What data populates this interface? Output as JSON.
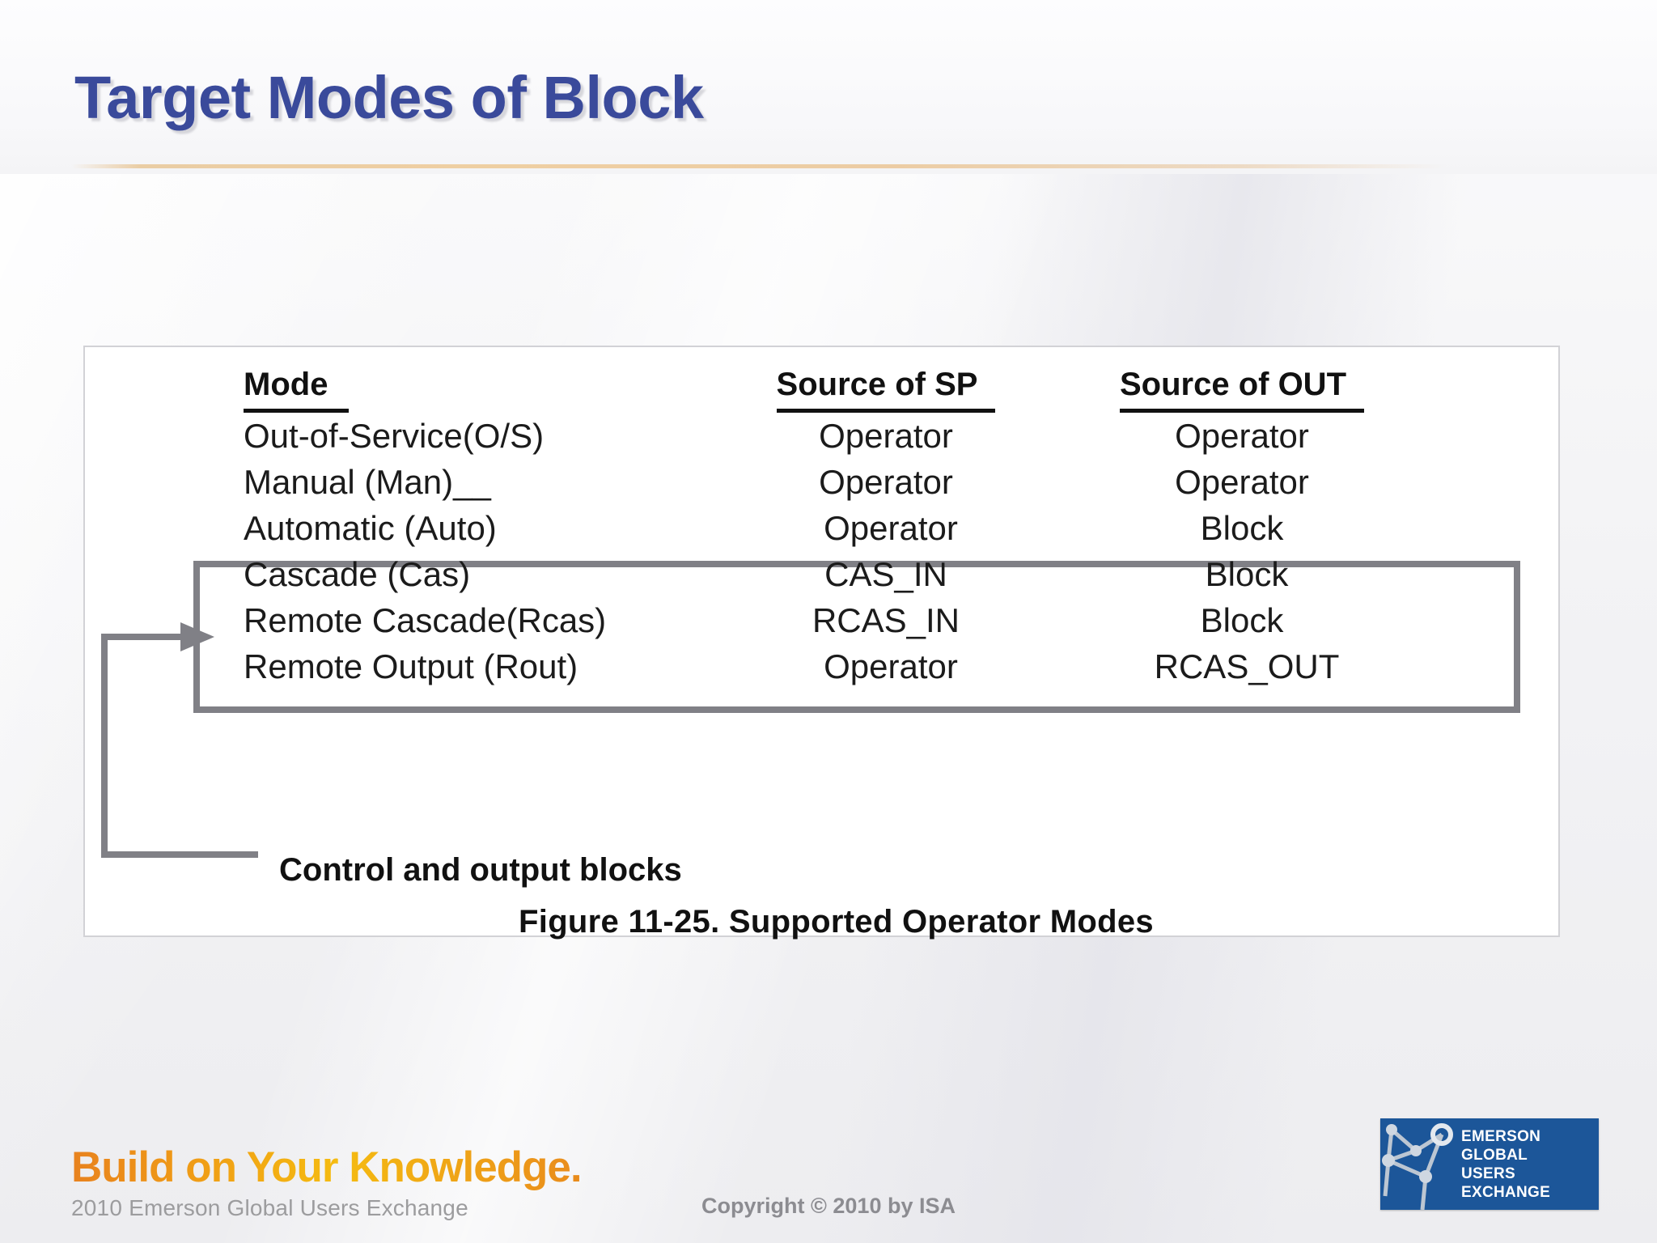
{
  "slide": {
    "title": "Target Modes of Block",
    "title_color": "#3a4a9b",
    "background_color": "#f2f2f4"
  },
  "figure": {
    "caption": "Figure 11-25. Supported Operator Modes",
    "callout_label": "Control and output blocks",
    "highlight_color": "#808086",
    "table": {
      "headers": [
        "Mode",
        "Source of SP",
        "Source of OUT"
      ],
      "rows": [
        {
          "mode": "Out-of-Service(O/S)",
          "source_of_sp": "Operator",
          "source_of_out": "Operator",
          "highlighted": false
        },
        {
          "mode": "Manual (Man)__",
          "source_of_sp": "Operator",
          "source_of_out": "Operator",
          "highlighted": false
        },
        {
          "mode": "Automatic (Auto)",
          "source_of_sp": "Operator",
          "source_of_out": "Block",
          "highlighted": false
        },
        {
          "mode": "Cascade (Cas)",
          "source_of_sp": "CAS_IN",
          "source_of_out": "Block",
          "highlighted": true
        },
        {
          "mode": "Remote Cascade(Rcas)",
          "source_of_sp": "RCAS_IN",
          "source_of_out": "Block",
          "highlighted": true
        },
        {
          "mode": "Remote Output (Rout)",
          "source_of_sp": "Operator",
          "source_of_out": "RCAS_OUT",
          "highlighted": true
        }
      ]
    }
  },
  "footer": {
    "brand_tagline": "Build on Your Knowledge.",
    "brand_subtitle": "2010 Emerson Global Users Exchange",
    "copyright": "Copyright © 2010 by ISA",
    "logo": {
      "line1": "EMERSON",
      "line2": "GLOBAL",
      "line3": "USERS",
      "line4": "EXCHANGE",
      "background_color": "#1c5699"
    }
  }
}
